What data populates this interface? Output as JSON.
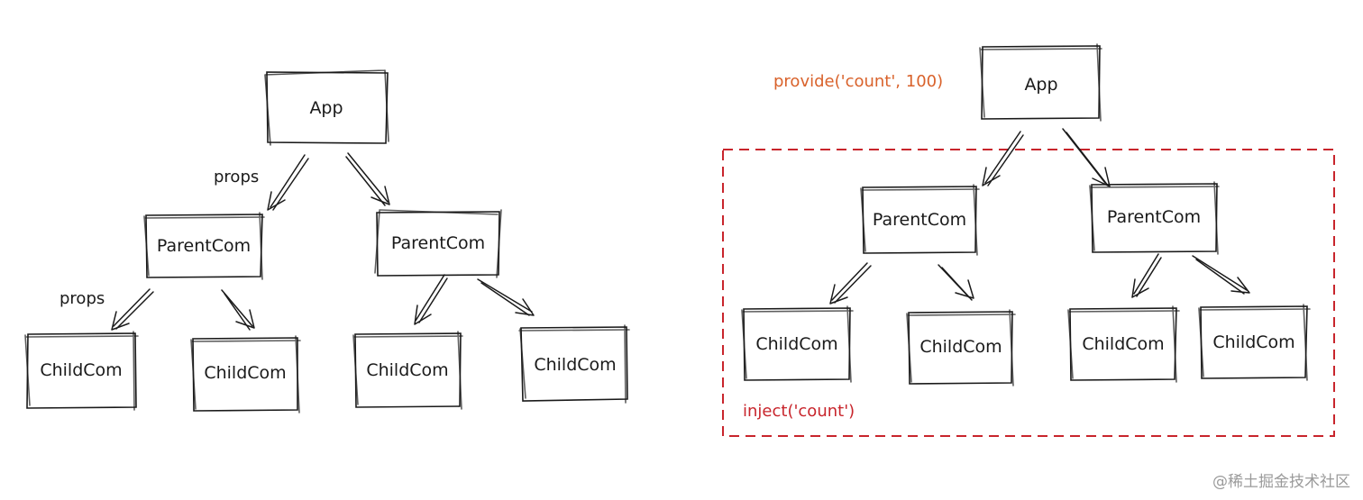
{
  "diagram": {
    "left_tree": {
      "root": "App",
      "edge_labels": {
        "root_to_parent": "props",
        "parent_to_child": "props"
      },
      "parents": [
        "ParentCom",
        "ParentCom"
      ],
      "children": [
        "ChildCom",
        "ChildCom",
        "ChildCom",
        "ChildCom"
      ]
    },
    "right_tree": {
      "root": "App",
      "provide_label": "provide('count', 100)",
      "inject_label": "inject('count')",
      "parents": [
        "ParentCom",
        "ParentCom"
      ],
      "children": [
        "ChildCom",
        "ChildCom",
        "ChildCom",
        "ChildCom"
      ]
    }
  },
  "colors": {
    "ink": "#1a1a1a",
    "provide": "#d9622b",
    "inject": "#c8252c",
    "dashed_border": "#c8252c",
    "watermark": "#9a9a9a"
  },
  "watermark": "@稀土掘金技术社区"
}
